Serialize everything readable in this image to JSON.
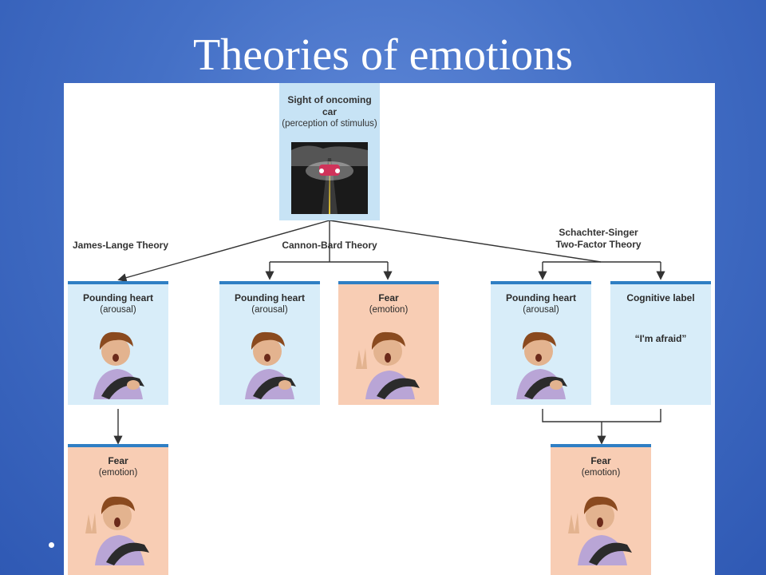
{
  "slide": {
    "title": "Theories of emotions"
  },
  "stimulus": {
    "title": "Sight of oncoming car",
    "subtitle": "(perception of stimulus)"
  },
  "theories": {
    "james_lange": "James-Lange Theory",
    "cannon_bard": "Cannon-Bard Theory",
    "schachter_singer": "Schachter-Singer Two-Factor Theory"
  },
  "boxes": {
    "jl_arousal": {
      "title": "Pounding heart",
      "sub": "(arousal)"
    },
    "jl_fear": {
      "title": "Fear",
      "sub": "(emotion)"
    },
    "cb_arousal": {
      "title": "Pounding heart",
      "sub": "(arousal)"
    },
    "cb_fear": {
      "title": "Fear",
      "sub": "(emotion)"
    },
    "ss_arousal": {
      "title": "Pounding heart",
      "sub": "(arousal)"
    },
    "ss_label": {
      "title": "Cognitive label",
      "quote": "“I'm afraid”"
    },
    "ss_fear": {
      "title": "Fear",
      "sub": "(emotion)"
    }
  },
  "colors": {
    "background": "#4470c6",
    "arousal_box": "#d8edf9",
    "emotion_box": "#f8cdb4",
    "box_top_bar": "#2f7fc4",
    "arrow": "#333333"
  }
}
